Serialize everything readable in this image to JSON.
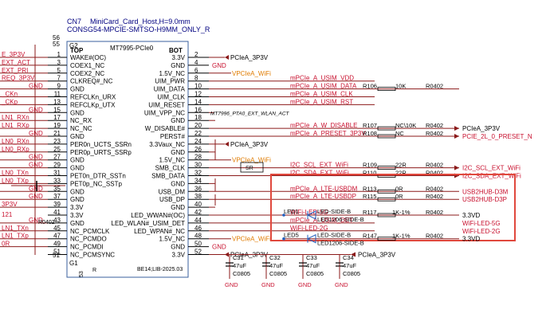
{
  "header": {
    "ref": "CN7",
    "value": "MiniCard_Card_Host,H=9.0mm",
    "part": "CONSG54-MPCIE-SMTSO-H9MM_ONLY_R",
    "part_num": "MT7995-PCIe0",
    "top": "TOP",
    "bot": "BOT",
    "g2": "G2",
    "g1": "G1",
    "lib": "BE14;LIB-2025.03",
    "pin_top_left": "56",
    "pin_g2": "55",
    "pin_g1": "51",
    "pin_bottom": "53",
    "pin_r": "R"
  },
  "left_pins": [
    {
      "num": "1",
      "name": "WAKE#(OC)",
      "net": "E_3P3V"
    },
    {
      "num": "3",
      "name": "COEX1_NC",
      "net": "EXT_ACT"
    },
    {
      "num": "5",
      "name": "COEX2_NC",
      "net": "EXT_PRI"
    },
    {
      "num": "7",
      "name": "CLKREQ#_NC",
      "net": "REQ_3P3V"
    },
    {
      "num": "9",
      "name": "GND",
      "net": "GND"
    },
    {
      "num": "11",
      "name": "REFCLKn_URX",
      "net": "_CKn"
    },
    {
      "num": "13",
      "name": "REFCLKp_UTX",
      "net": "_CKp"
    },
    {
      "num": "15",
      "name": "GND",
      "net": "GND"
    },
    {
      "num": "17",
      "name": "NC_RX",
      "net": "LN1_RXn"
    },
    {
      "num": "19",
      "name": "NC_NC",
      "net": "LN1_RXp"
    },
    {
      "num": "21",
      "name": "GND",
      "net": "GND"
    },
    {
      "num": "23",
      "name": "PER0n_UCTS_SSRn",
      "net": "LN0_RXn"
    },
    {
      "num": "25",
      "name": "PER0p_URTS_SSRp",
      "net": "LN0_RXp"
    },
    {
      "num": "27",
      "name": "GND",
      "net": "GND"
    },
    {
      "num": "29",
      "name": "GND",
      "net": "GND"
    },
    {
      "num": "31",
      "name": "PET0n_DTR_SSTn",
      "net": "LN0_TXn"
    },
    {
      "num": "33",
      "name": "PET0p_NC_SSTp",
      "net": "LN0_TXp"
    },
    {
      "num": "35",
      "name": "GND",
      "net": "GND"
    },
    {
      "num": "37",
      "name": "GND",
      "net": "GND"
    },
    {
      "num": "39",
      "name": "3.3V",
      "net": "3P3V"
    },
    {
      "num": "41",
      "name": "3.3V",
      "net": ""
    },
    {
      "num": "43",
      "name": "GND",
      "net": "GND"
    },
    {
      "num": "45",
      "name": "NC_PCMCLK",
      "net": "LN1_TXn"
    },
    {
      "num": "47",
      "name": "NC_PCMDO",
      "net": "LN1_TXp"
    },
    {
      "num": "49",
      "name": "NC_PCMDI",
      "net": "0R"
    },
    {
      "num": "51",
      "name": "NC_PCMSYNC",
      "net": ""
    }
  ],
  "left_extra": {
    "res_ref": "R0402",
    "net_121": "121"
  },
  "right_pins": [
    {
      "num": "2",
      "name": "3.3V",
      "net": "PCIeA_3P3V"
    },
    {
      "num": "4",
      "name": "GND",
      "net": "GND"
    },
    {
      "num": "6",
      "name": "1.5V_NC",
      "net": "VPCIeA_WiFi"
    },
    {
      "num": "8",
      "name": "UIM_PWR",
      "net": "mPCIe_A_USIM_VDD"
    },
    {
      "num": "10",
      "name": "UIM_DATA",
      "net": "mPCIe_A_USIM_DATA"
    },
    {
      "num": "12",
      "name": "UIM_CLK",
      "net": "mPCIe_A_USIM_CLK"
    },
    {
      "num": "14",
      "name": "UIM_RESET",
      "net": "mPCIe_A_USIM_RST"
    },
    {
      "num": "16",
      "name": "UIM_VPP_NC",
      "net": "MT7996_PTA0_EXT_WLAN_ACT"
    },
    {
      "num": "18",
      "name": "GND",
      "net": ""
    },
    {
      "num": "20",
      "name": "W_DISABLE#",
      "net": "mPCIe_A_W_DISABLE"
    },
    {
      "num": "22",
      "name": "PERST#",
      "net": "mPCIe_A_PRESET_3P3V"
    },
    {
      "num": "24",
      "name": "3.3Vaux_NC",
      "net": "PCIeA_3P3V"
    },
    {
      "num": "26",
      "name": "GND",
      "net": ""
    },
    {
      "num": "28",
      "name": "1.5V_NC",
      "net": "VPCIeA_WiFi"
    },
    {
      "num": "30",
      "name": "SMB_CLK",
      "net": "I2C_SCL_EXT_WiFi"
    },
    {
      "num": "32",
      "name": "SMB_DATA",
      "net": "I2C_SDA_EXT_WiFi"
    },
    {
      "num": "34",
      "name": "GND",
      "net": ""
    },
    {
      "num": "36",
      "name": "USB_DM",
      "net": "mPCIe_A_LTE-USBDM"
    },
    {
      "num": "38",
      "name": "USB_DP",
      "net": "mPCIe_A_LTE-USBDP"
    },
    {
      "num": "40",
      "name": "GND",
      "net": ""
    },
    {
      "num": "42",
      "name": "LED_WWAN#(OC)",
      "net": "WiFi-LED-5G"
    },
    {
      "num": "44",
      "name": "LED_WLAN#_USIM_DET",
      "net": "mPCIe_A_USIM_DET"
    },
    {
      "num": "46",
      "name": "LED_WPAN#_NC",
      "net": "WiFi-LED-2G"
    },
    {
      "num": "48",
      "name": "1.5V_NC",
      "net": "VPCIeA_WiFi"
    },
    {
      "num": "50",
      "name": "GND",
      "net": "GND"
    },
    {
      "num": "52",
      "name": "3.3V",
      "net": "PCIeA_3P3V"
    }
  ],
  "right_gnd_labels": [
    "GND",
    "GND",
    "GND",
    "GND",
    "GND"
  ],
  "resistors": [
    {
      "ref": "R106",
      "value": "10K",
      "pkg": "R0402"
    },
    {
      "ref": "R107",
      "value": "NC\\10K",
      "pkg": "R0402"
    },
    {
      "ref": "R108",
      "value": "NC",
      "pkg": "R0402"
    },
    {
      "ref": "R109",
      "value": "22R",
      "pkg": "R0402"
    },
    {
      "ref": "R110",
      "value": "22R",
      "pkg": "R0402"
    },
    {
      "ref": "R113",
      "value": "0R",
      "pkg": "R0402"
    },
    {
      "ref": "R115",
      "value": "0R",
      "pkg": "R0402"
    },
    {
      "ref": "R117",
      "value": "1K-1%",
      "pkg": "R0402"
    },
    {
      "ref": "R147",
      "value": "1K-1%",
      "pkg": "R0402"
    }
  ],
  "right_nets": {
    "pcie_3p3v": "PCIeA_3P3V",
    "pcie_preset": "PCIE_2L_0_PRESET_N",
    "i2c_scl": "I2C_SCL_EXT_WiFi",
    "i2c_sda": "I2C_SDA_EXT_WiFi",
    "usb_dm": "USB2HUB-D3M",
    "usb_dp": "USB2HUB-D3P",
    "v33_a": "3.3VD",
    "wifi5g": "WiFi-LED-5G",
    "wifi2g": "WiFi-LED-2G",
    "v33_b": "3.3VD",
    "sr": "SR"
  },
  "leds": [
    {
      "ref": "LED1",
      "type": "LED-SIDE-B",
      "pkg": "LED1206-SIDE-B"
    },
    {
      "ref": "LED5",
      "type": "LED-SIDE-B",
      "pkg": "LED1206-SIDE-B"
    }
  ],
  "caps": [
    {
      "ref": "C31",
      "value": "47uF",
      "pkg": "C0805"
    },
    {
      "ref": "C32",
      "value": "47uF",
      "pkg": "C0805"
    },
    {
      "ref": "C33",
      "value": "47uF",
      "pkg": "C0805"
    },
    {
      "ref": "C34",
      "value": "47uF",
      "pkg": "C0805"
    }
  ],
  "cap_rail": "PCIeA_3P3V",
  "gnd": "GND",
  "colors": {
    "wire": "#8b1a1a",
    "net": "#c8102e",
    "pin": "#000000",
    "power": "#e07b00",
    "text": "#000080",
    "led": "#1f5fbf",
    "highlight": "#e0483d",
    "body": "#3a5f9e"
  }
}
